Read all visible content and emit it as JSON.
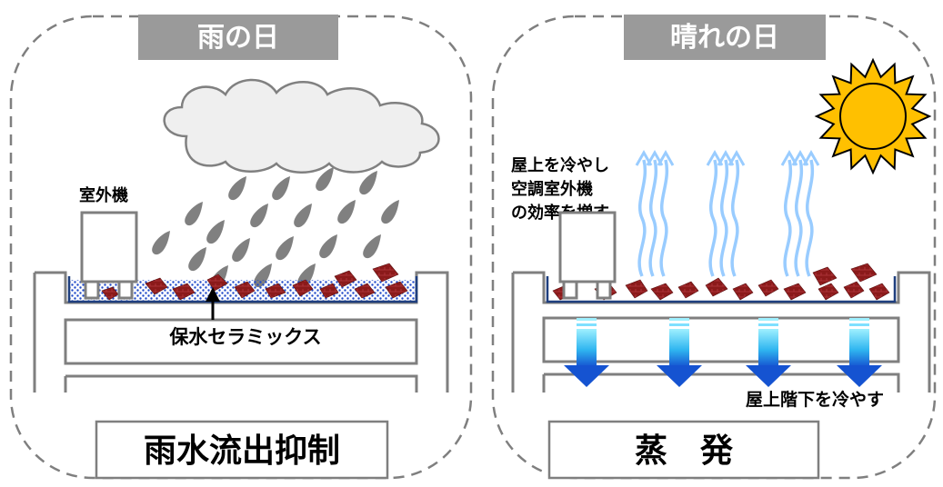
{
  "rainy": {
    "header": "雨の日",
    "outdoor_unit_label": "室外機",
    "ceramic_label": "保水セラミックス",
    "bottom_box": "雨水流出抑制"
  },
  "sunny": {
    "header": "晴れの日",
    "effect_lines": [
      "屋上を冷やし",
      "空調室外機",
      "の効率を増す"
    ],
    "floor_label": "屋上階下を冷やす",
    "bottom_box": "蒸　発"
  },
  "colors": {
    "header_bg": "#9a9a9a",
    "panel_border": "#7f7f7f",
    "cloud": "#efefef",
    "raindrop": "#808080",
    "ceramic": "#8b1a1a",
    "water_dots": "#1f49c9",
    "sun": "#ffc000",
    "steam": "#99ccff",
    "cool_arrow": "#1f6fd6"
  },
  "icons": [
    "cloud-icon",
    "raindrop-icon",
    "sun-icon",
    "steam-arrow-icon",
    "cooling-arrow-icon"
  ]
}
